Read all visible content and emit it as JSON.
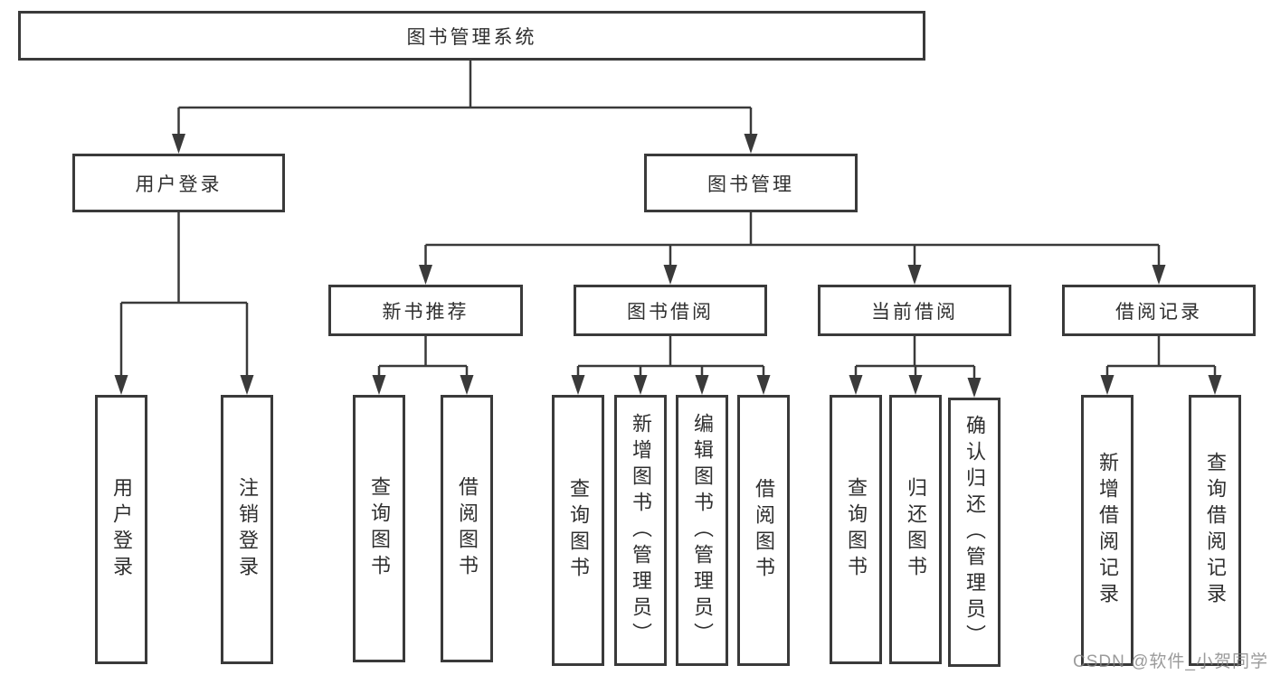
{
  "tree": {
    "root": {
      "label": "图书管理系统"
    },
    "children": [
      {
        "label": "用户登录",
        "children": [
          {
            "label": "用户登录"
          },
          {
            "label": "注销登录"
          }
        ]
      },
      {
        "label": "图书管理",
        "children": [
          {
            "label": "新书推荐",
            "children": [
              {
                "label": "查询图书"
              },
              {
                "label": "借阅图书"
              }
            ]
          },
          {
            "label": "图书借阅",
            "children": [
              {
                "label": "查询图书"
              },
              {
                "label": "新增图书（管理员）"
              },
              {
                "label": "编辑图书（管理员）"
              },
              {
                "label": "借阅图书"
              }
            ]
          },
          {
            "label": "当前借阅",
            "children": [
              {
                "label": "查询图书"
              },
              {
                "label": "归还图书"
              },
              {
                "label": "确认归还（管理员）"
              }
            ]
          },
          {
            "label": "借阅记录",
            "children": [
              {
                "label": "新增借阅记录"
              },
              {
                "label": "查询借阅记录"
              }
            ]
          }
        ]
      }
    ]
  },
  "watermark": "CSDN @软件_小贺同学",
  "colors": {
    "line": "#3a3a3a",
    "box_border": "#3a3a3a",
    "text": "#2f2f2f",
    "watermark": "#828282",
    "background": "#ffffff"
  }
}
